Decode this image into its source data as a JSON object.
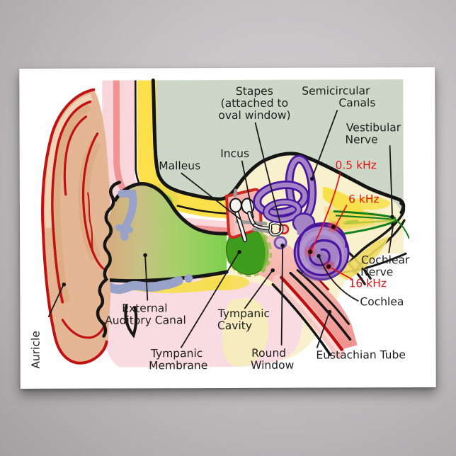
{
  "poster": {
    "labels": {
      "stapes": {
        "l1": "Stapes",
        "l2": "(attached to",
        "l3": "oval window)"
      },
      "semicircular": {
        "l1": "Semicircular",
        "l2": "Canals"
      },
      "vestibular": {
        "l1": "Vestibular",
        "l2": "Nerve"
      },
      "incus": "Incus",
      "malleus": "Malleus",
      "cochlear": {
        "l1": "Cochlear",
        "l2": "Nerve"
      },
      "cochlea": "Cochlea",
      "external": {
        "l1": "External",
        "l2": "Auditory Canal"
      },
      "tympanic_cavity": {
        "l1": "Tympanic",
        "l2": "Cavity"
      },
      "tympanic_membrane": {
        "l1": "Tympanic",
        "l2": "Membrane"
      },
      "round_window": {
        "l1": "Round",
        "l2": "Window"
      },
      "eustachian_tube": "Eustachian Tube",
      "auricle": "Auricle"
    },
    "frequency_markers": {
      "f05": "0.5 kHz",
      "f6": "6 kHz",
      "f16": "16 kHz"
    },
    "colors": {
      "frequency_text": "#e01317",
      "head_background": "#cdd7c8",
      "bone_cream": "#f9f1cd",
      "bone_pink": "#f9dce3",
      "bright_yellow": "#fbdf4b",
      "canal_green": "#7ed04e",
      "membrane_green": "#3f9c1d",
      "labyrinth_purple": "#a584c6",
      "labyrinth_outline": "#4a16a0",
      "cavity_salmon": "#ef8d89",
      "ear_outline_red": "#c11212",
      "skin": "#e5b694",
      "cartilage_blue": "#98a2c8",
      "nerve_green": "#157f1d"
    }
  }
}
